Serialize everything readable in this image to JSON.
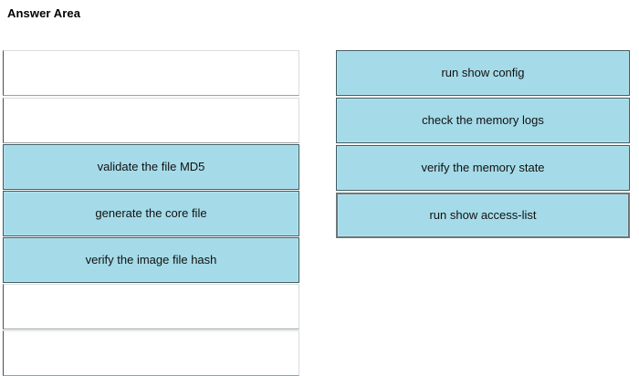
{
  "page": {
    "title": "Answer Area",
    "background_color": "#ffffff"
  },
  "theme": {
    "tile_fill": "#a5dbe8",
    "tile_border": "#3f5a60",
    "selected_border": "#6d7678",
    "empty_slot_border": "#d8dcdc",
    "text_color": "#111111"
  },
  "answer_area": {
    "name": "Answer Area",
    "slots": [
      {
        "label": "",
        "state": "empty"
      },
      {
        "label": "",
        "state": "empty"
      },
      {
        "label": "validate the file MD5",
        "state": "filled"
      },
      {
        "label": "generate the core file",
        "state": "filled"
      },
      {
        "label": "verify the image file hash",
        "state": "filled"
      },
      {
        "label": "",
        "state": "empty"
      },
      {
        "label": "",
        "state": "empty"
      }
    ]
  },
  "choices": {
    "items": [
      {
        "label": "run show config",
        "state": "filled",
        "selected": false
      },
      {
        "label": "check the memory logs",
        "state": "filled",
        "selected": false
      },
      {
        "label": "verify the memory state",
        "state": "filled",
        "selected": false
      },
      {
        "label": "run show access-list",
        "state": "filled",
        "selected": true
      }
    ]
  }
}
